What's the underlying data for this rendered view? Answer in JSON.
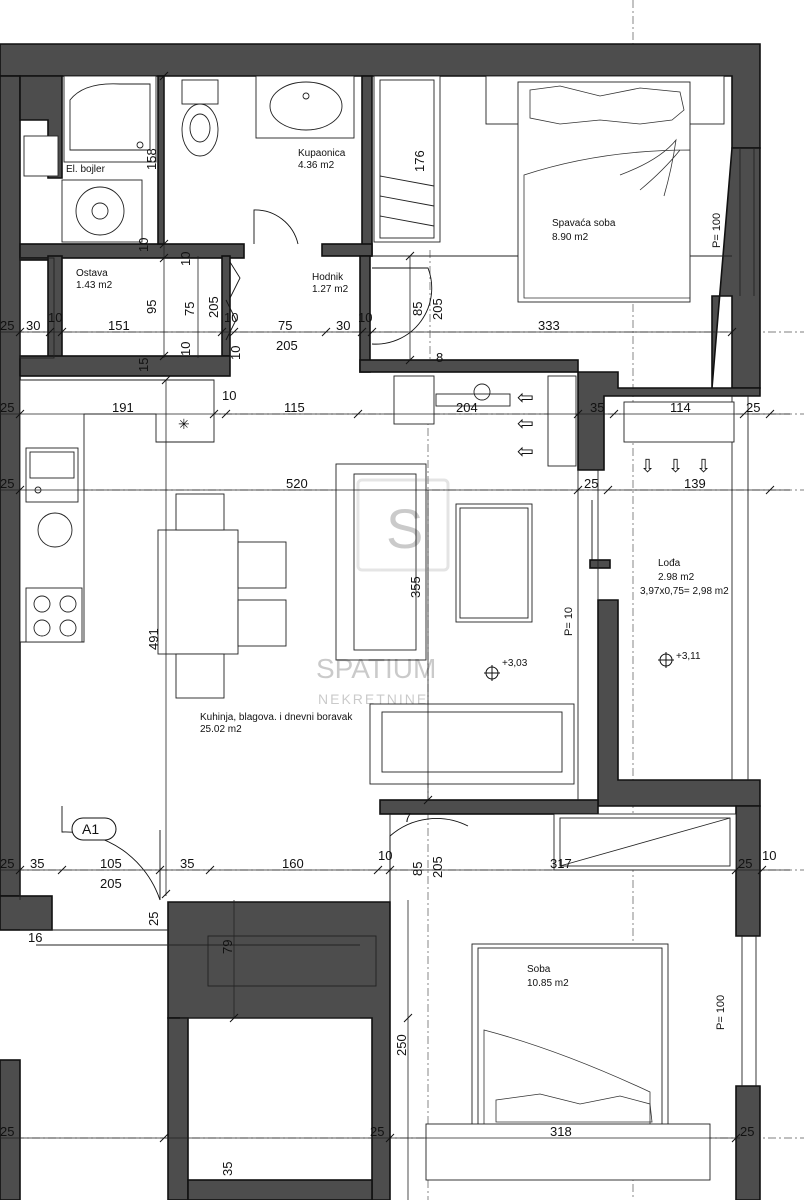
{
  "rooms": {
    "kupaonica": {
      "name": "Kupaonica",
      "area": "4.36 m2"
    },
    "el_bojler": {
      "name": "El. bojler"
    },
    "spavaca": {
      "name": "Spavaća soba",
      "area": "8.90 m2"
    },
    "ostava": {
      "name": "Ostava",
      "area": "1.43 m2"
    },
    "hodnik": {
      "name": "Hodnik",
      "area": "1.27 m2"
    },
    "loda": {
      "name": "Lođa",
      "area": "2.98 m2",
      "formula": "3,97x0,75= 2,98 m2"
    },
    "kuhinja": {
      "name": "Kuhinja, blagova. i dnevni boravak",
      "area": "25.02 m2"
    },
    "soba": {
      "name": "Soba",
      "area": "10.85 m2"
    }
  },
  "elevations": {
    "living": "+3,03",
    "loggia": "+3,11"
  },
  "parapets": {
    "bedroom": "P= 100",
    "living": "P= 10",
    "room": "P= 100"
  },
  "apartment_label": "A1",
  "watermark": {
    "line1": "SPATIUM",
    "line2": "NEKRETNINE"
  },
  "dimensions": {
    "d158": "158",
    "d176": "176",
    "d10a": "10",
    "d10b": "10",
    "d10c": "10",
    "d10d": "10",
    "d95": "95",
    "d75v": "75",
    "d205v": "205",
    "d85": "85",
    "d205c": "205",
    "d25a": "25",
    "d30a": "30",
    "d10e": "10",
    "d151": "151",
    "d10f": "10",
    "d75": "75",
    "d30b": "30",
    "d10g": "10",
    "d333": "333",
    "d205h": "205",
    "d15": "15",
    "d8": "8",
    "d25b": "25",
    "d191": "191",
    "d10h": "10",
    "d115": "115",
    "d204": "204",
    "d35a": "35",
    "d114": "114",
    "d25c": "25",
    "d25d": "25",
    "d520": "520",
    "d25e": "25",
    "d139": "139",
    "d355": "355",
    "d491": "491",
    "d7": "7",
    "d25f": "25",
    "d35b": "35",
    "d105": "105",
    "d35c": "35",
    "d160": "160",
    "d10i": "10",
    "d85b": "85",
    "d205d": "205",
    "d317": "317",
    "d25g": "25",
    "d10j": "10",
    "d205e": "205",
    "d25h": "25",
    "d16": "16",
    "d79": "79",
    "d250": "250",
    "d25i": "25",
    "d318": "318",
    "d25j": "25",
    "d35d": "35"
  }
}
